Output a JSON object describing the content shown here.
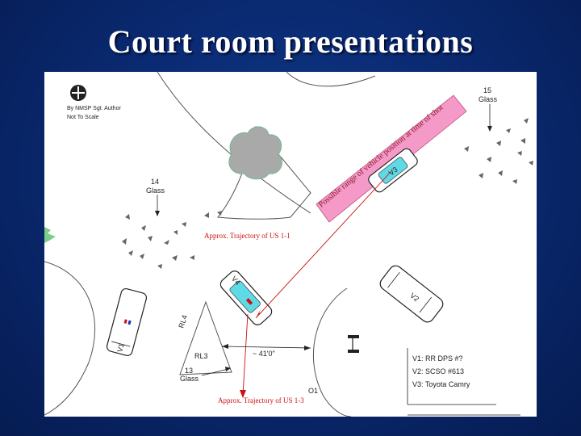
{
  "slide": {
    "title": "Court room presentations"
  },
  "diagram": {
    "credit_line1": "By NMSP Sgt. Author",
    "credit_line2": "Not To Scale",
    "range_label": "Possible range of vehicle position at time of shot",
    "trajectory_1": "Approx. Trajectory of US 1-1",
    "trajectory_2": "Approx. Trajectory of US 1-3",
    "evidence_glass_14_num": "14",
    "evidence_glass_14_txt": "Glass",
    "evidence_glass_13_num": "13",
    "evidence_glass_13_txt": "Glass",
    "evidence_15_num": "15",
    "evidence_15_txt": "Glass",
    "v1_label": "V1",
    "v2_label": "V2",
    "v3_label": "V3",
    "v4_label": "V4",
    "rl4_label": "RL4",
    "rl3_label": "RL3",
    "o1_label": "O1",
    "distance_label": "~ 41'0\"",
    "legend": {
      "line1": "V1: RR DPS #?",
      "line2": "V2: SCSO #613",
      "line3": "V3: Toyota Camry"
    },
    "colors": {
      "range_band": "#f59ac8",
      "vehicle_tint": "#5fd9e6",
      "trajectory": "#cc1111",
      "tree": "#a9a9a9"
    }
  }
}
